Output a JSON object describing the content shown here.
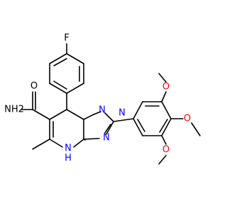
{
  "molecule": {
    "atoms": [
      {
        "id": "F",
        "label": "F",
        "color": "#000000"
      },
      {
        "id": "NH2",
        "label": "NH2",
        "color": "#000000"
      },
      {
        "id": "O_amide",
        "label": "O",
        "color": "#000000"
      },
      {
        "id": "N7",
        "label": "N",
        "color": "#0000ff"
      },
      {
        "id": "N_ring_top",
        "label": "N",
        "color": "#0000ff"
      },
      {
        "id": "N_ring_right",
        "label": "N",
        "color": "#0000ff"
      },
      {
        "id": "NH",
        "label": "N",
        "color": "#0000ff"
      },
      {
        "id": "H_nh",
        "label": "H",
        "color": "#0000ff"
      },
      {
        "id": "O_m1",
        "label": "O",
        "color": "#ff0000"
      },
      {
        "id": "O_p",
        "label": "O",
        "color": "#ff0000"
      },
      {
        "id": "O_m2",
        "label": "O",
        "color": "#ff0000"
      }
    ],
    "colors": {
      "bond": "#000000",
      "nitrogen": "#0000ff",
      "oxygen": "#ff0000",
      "carbon": "#000000"
    }
  }
}
